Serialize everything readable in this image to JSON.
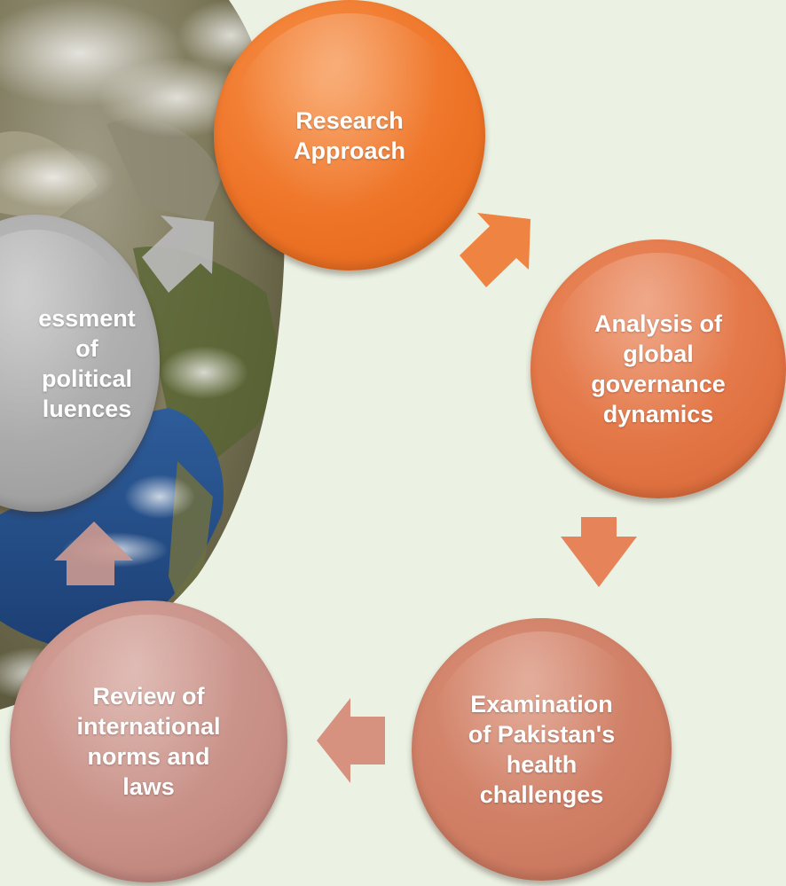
{
  "diagram": {
    "nodes": [
      {
        "id": "research",
        "label": "Research\nApproach",
        "color": "#ee7428"
      },
      {
        "id": "analysis",
        "label": "Analysis of\nglobal\ngovernance\ndynamics",
        "color": "#e27443"
      },
      {
        "id": "exam",
        "label": "Examination\nof Pakistan's\nhealth\nchallenges",
        "color": "#cf7d63"
      },
      {
        "id": "review",
        "label": "Review of\ninternational\nnorms and\nlaws",
        "color": "#c78f86"
      },
      {
        "id": "assess",
        "label": "essment\nof\npolitical\nluences",
        "color": "#a9a9a9"
      }
    ],
    "arrow_colors": {
      "research_to_analysis": "#ef7a33",
      "analysis_to_exam": "#e57a4c",
      "exam_to_review": "#d48a76",
      "review_to_assess": "#c99890",
      "assess_to_research": "#b8b8b8"
    },
    "background_image": "satellite-earth"
  }
}
